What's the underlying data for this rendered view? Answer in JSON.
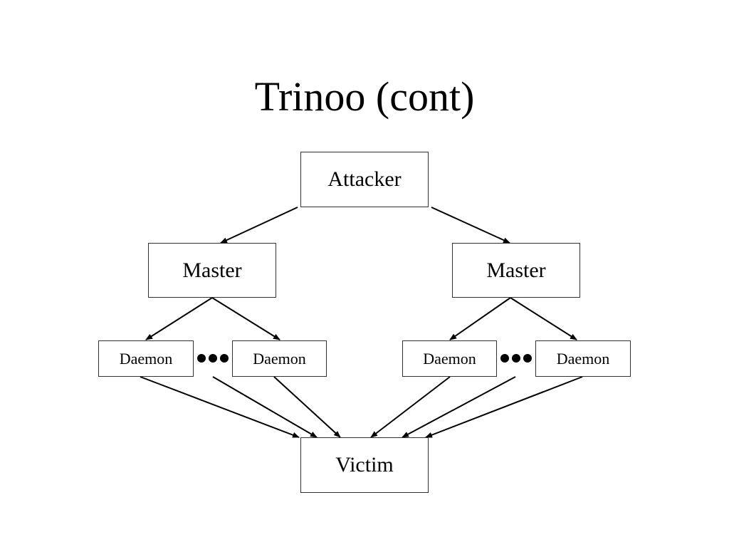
{
  "title": "Trinoo (cont)",
  "nodes": {
    "attacker": "Attacker",
    "master_left": "Master",
    "master_right": "Master",
    "daemon_1": "Daemon",
    "daemon_2": "Daemon",
    "daemon_3": "Daemon",
    "daemon_4": "Daemon",
    "victim": "Victim"
  },
  "colors": {
    "line": "#000000",
    "border": "#333333"
  }
}
